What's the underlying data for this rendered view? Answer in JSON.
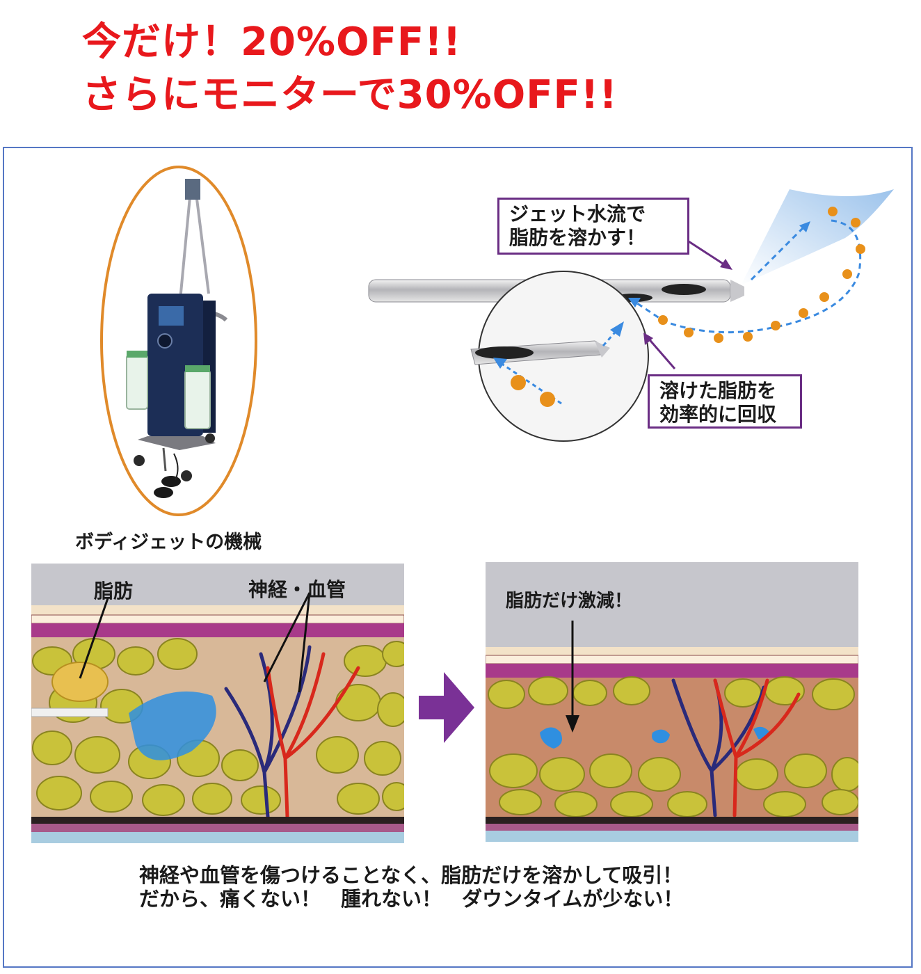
{
  "promo": {
    "line1": "今だけ！20%OFF!!",
    "line2": "さらにモニターで30%OFF!!"
  },
  "device": {
    "caption": "ボディジェットの機械"
  },
  "cannula": {
    "jet_label_line1": "ジェット水流で",
    "jet_label_line2": "脂肪を溶かす！",
    "collect_label_line1": "溶けた脂肪を",
    "collect_label_line2": "効率的に回収"
  },
  "before_panel": {
    "fat_label": "脂肪",
    "nerve_label": "神経・血管"
  },
  "after_panel": {
    "result_label": "脂肪だけ激減！"
  },
  "summary": {
    "line1": "神経や血管を傷つけることなく、脂肪だけを溶かして吸引！",
    "line2": "だから、痛くない！　腫れない！　ダウンタイムが少ない！"
  },
  "colors": {
    "promo": "#e8181c",
    "frame": "#5577c4",
    "label_border": "#6a2d84",
    "arrow": "#7a3196",
    "oval": "#e08a2a",
    "fat": "#c9c23a",
    "vein": "#2a2a7a",
    "artery": "#d8281c",
    "fluid": "#2f8fe0",
    "fat_droplet": "#e8901a"
  }
}
